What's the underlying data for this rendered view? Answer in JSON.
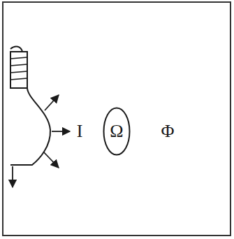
{
  "diagram": {
    "nodes": [
      {
        "text": [
          "Ω"
        ]
      }
    ],
    "labels": [
      "I",
      "Φ"
    ]
  }
}
